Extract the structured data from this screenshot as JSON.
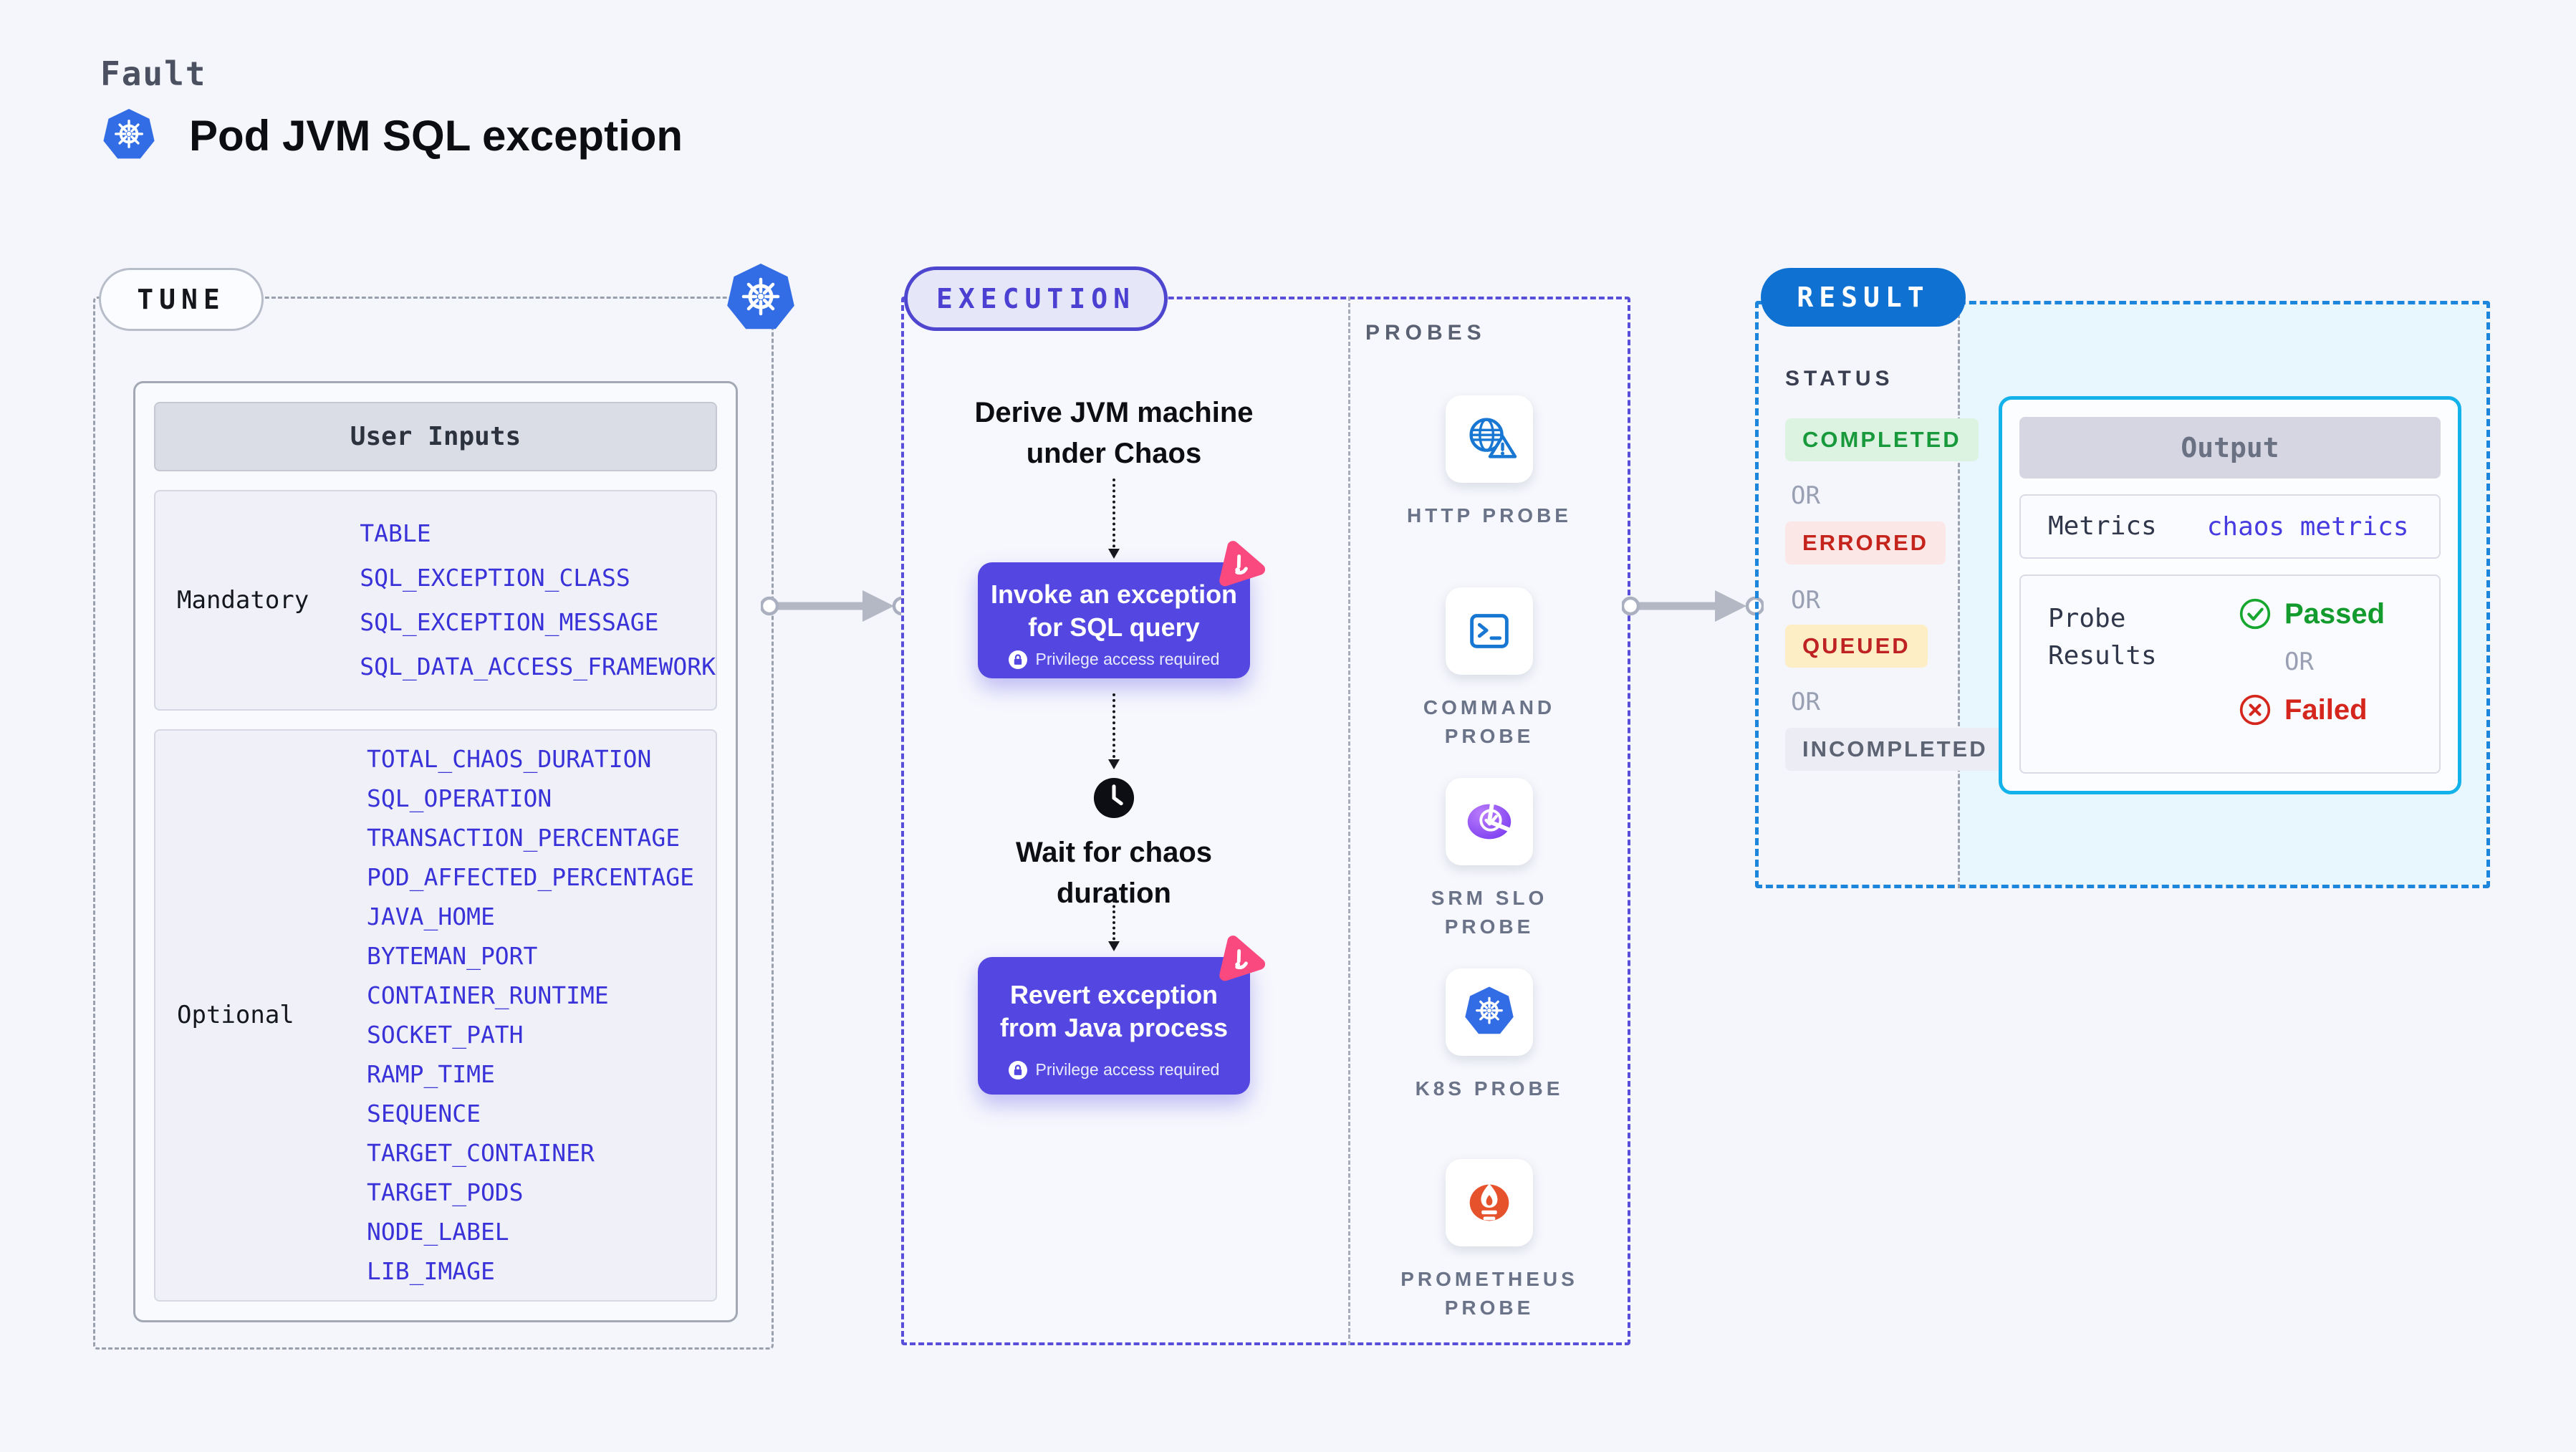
{
  "header": {
    "kicker": "Fault",
    "title": "Pod JVM SQL exception"
  },
  "tune": {
    "label": "TUNE",
    "user_inputs": {
      "title": "User Inputs",
      "mandatory_label": "Mandatory",
      "mandatory_items": [
        "TABLE",
        "SQL_EXCEPTION_CLASS",
        "SQL_EXCEPTION_MESSAGE",
        "SQL_DATA_ACCESS_FRAMEWORK"
      ],
      "optional_label": "Optional",
      "optional_items": [
        "TOTAL_CHAOS_DURATION",
        "SQL_OPERATION",
        "TRANSACTION_PERCENTAGE",
        "POD_AFFECTED_PERCENTAGE",
        "JAVA_HOME",
        "BYTEMAN_PORT",
        "CONTAINER_RUNTIME",
        "SOCKET_PATH",
        "RAMP_TIME",
        "SEQUENCE",
        "TARGET_CONTAINER",
        "TARGET_PODS",
        "NODE_LABEL",
        "LIB_IMAGE"
      ]
    }
  },
  "execution": {
    "label": "EXECUTION",
    "derive_step": "Derive JVM machine\nunder Chaos",
    "invoke_step": "Invoke an exception\nfor SQL query",
    "wait_step": "Wait for chaos\nduration",
    "revert_step": "Revert exception\nfrom Java process",
    "privilege_note": "Privilege access required"
  },
  "probes": {
    "label": "PROBES",
    "items": [
      {
        "label": "HTTP PROBE",
        "icon": "http-probe-icon"
      },
      {
        "label": "COMMAND PROBE",
        "icon": "command-probe-icon"
      },
      {
        "label": "SRM SLO PROBE",
        "icon": "srm-slo-probe-icon"
      },
      {
        "label": "K8S PROBE",
        "icon": "k8s-probe-icon"
      },
      {
        "label": "PROMETHEUS PROBE",
        "icon": "prometheus-probe-icon"
      }
    ]
  },
  "result": {
    "label": "RESULT",
    "status_title": "STATUS",
    "or_label": "OR",
    "statuses": [
      {
        "text": "COMPLETED",
        "fg": "#189a3c",
        "bg": "#ddf3e1"
      },
      {
        "text": "ERRORED",
        "fg": "#c5241c",
        "bg": "#fbe7e6"
      },
      {
        "text": "QUEUED",
        "fg": "#bf2222",
        "bg": "#fdeec6"
      },
      {
        "text": "INCOMPLETED",
        "fg": "#5c6373",
        "bg": "#ecedf4"
      }
    ],
    "output": {
      "title": "Output",
      "metrics_label": "Metrics",
      "metrics_value": "chaos metrics",
      "probe_results_label": "Probe Results",
      "passed_label": "Passed",
      "failed_label": "Failed"
    }
  },
  "colors": {
    "kubernetes_blue": "#326de6",
    "execution_purple": "#5447e1",
    "litmus_pink": "#f9497e",
    "probe_icon_blue": "#1877d2",
    "slo_purple": "#7a3cf0",
    "prometheus_orange": "#e6522c",
    "result_pill_blue": "#0f72d2",
    "output_border_cyan": "#14b2ea",
    "param_link_blue": "#3a32d9",
    "passed_green": "#149b2e",
    "failed_red": "#d4261c"
  }
}
